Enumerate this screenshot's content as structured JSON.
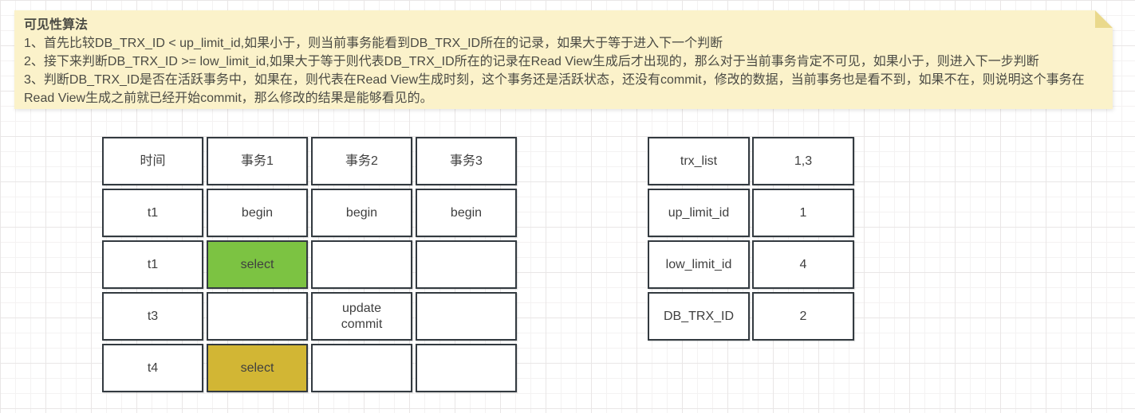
{
  "colors": {
    "note_bg": "#fbf2ca",
    "note_fold": "#ead98c",
    "cell_border": "#333a40",
    "highlight_green": "#7cc342",
    "highlight_gold": "#d2b634"
  },
  "note": {
    "title": "可见性算法",
    "lines": [
      "1、首先比较DB_TRX_ID < up_limit_id,如果小于，则当前事务能看到DB_TRX_ID所在的记录，如果大于等于进入下一个判断",
      "2、接下来判断DB_TRX_ID >= low_limit_id,如果大于等于则代表DB_TRX_ID所在的记录在Read View生成后才出现的，那么对于当前事务肯定不可见，如果小于，则进入下一步判断",
      "3、判断DB_TRX_ID是否在活跃事务中，如果在，则代表在Read View生成时刻，这个事务还是活跃状态，还没有commit，修改的数据，当前事务也是看不到，如果不在，则说明这个事务在Read View生成之前就已经开始commit，那么修改的结果是能够看见的。"
    ]
  },
  "timeline_table": {
    "headers": [
      "时间",
      "事务1",
      "事务2",
      "事务3"
    ],
    "rows": [
      {
        "cells": [
          {
            "text": "t1"
          },
          {
            "text": "begin"
          },
          {
            "text": "begin"
          },
          {
            "text": "begin"
          }
        ]
      },
      {
        "cells": [
          {
            "text": "t1"
          },
          {
            "text": "select",
            "bg": "#7cc342"
          },
          {
            "text": ""
          },
          {
            "text": ""
          }
        ]
      },
      {
        "cells": [
          {
            "text": "t3"
          },
          {
            "text": ""
          },
          {
            "text": "update\ncommit"
          },
          {
            "text": ""
          }
        ]
      },
      {
        "cells": [
          {
            "text": "t4"
          },
          {
            "text": "select",
            "bg": "#d2b634"
          },
          {
            "text": ""
          },
          {
            "text": ""
          }
        ]
      }
    ]
  },
  "readview_table": {
    "rows": [
      {
        "label": "trx_list",
        "value": "1,3"
      },
      {
        "label": "up_limit_id",
        "value": "1"
      },
      {
        "label": "low_limit_id",
        "value": "4"
      },
      {
        "label": "DB_TRX_ID",
        "value": "2"
      }
    ]
  }
}
